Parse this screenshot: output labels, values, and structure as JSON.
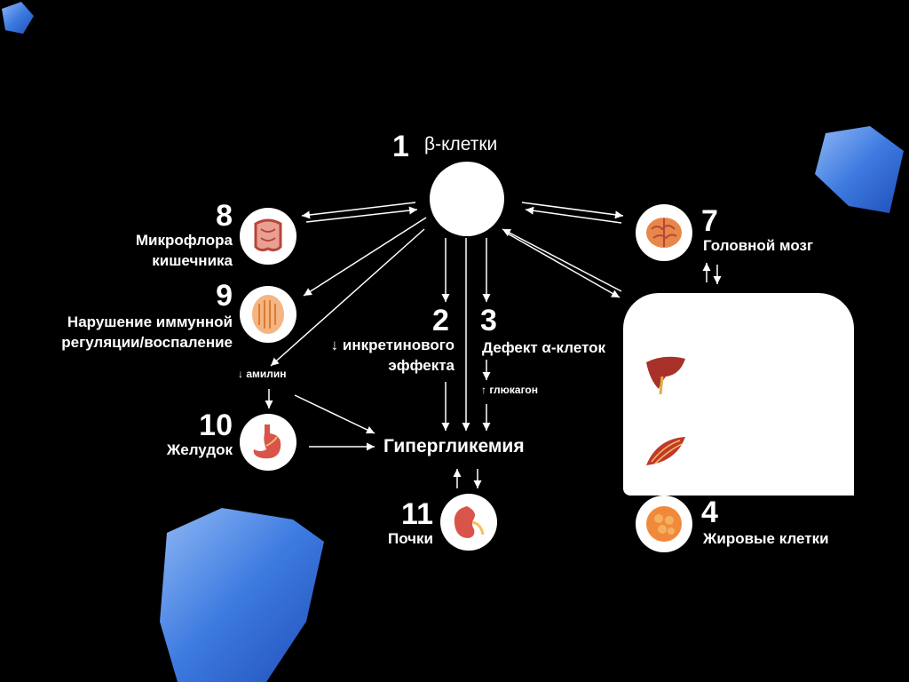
{
  "nodes": {
    "beta": {
      "number": "1",
      "label": "β-клетки"
    },
    "incretin": {
      "number": "2",
      "line1": "↓ инкретинового",
      "line2": "эффекта"
    },
    "alpha": {
      "number": "3",
      "label": "Дефект α-клеток",
      "glucagon": "↑ глюкагон"
    },
    "fat": {
      "number": "4",
      "label": "Жировые клетки"
    },
    "brain": {
      "number": "7",
      "label": "Головной мозг"
    },
    "microflora": {
      "number": "8",
      "line1": "Микрофлора",
      "line2": "кишечника"
    },
    "immune": {
      "number": "9",
      "line1": "Нарушение иммунной",
      "line2": "регуляции/воспаление"
    },
    "stomach": {
      "number": "10",
      "label": "Желудок",
      "amylin": "↓ амилин"
    },
    "kidney": {
      "number": "11",
      "label": "Почки"
    },
    "center": {
      "label": "Гипергликемия"
    }
  },
  "colors": {
    "background": "#000000",
    "foreground": "#ffffff",
    "gem": "#3f7fe0"
  },
  "icons": [
    "intestine-icon",
    "immune-cell-icon",
    "stomach-icon",
    "kidney-icon",
    "brain-icon",
    "liver-icon",
    "muscle-icon",
    "fat-cell-icon"
  ]
}
